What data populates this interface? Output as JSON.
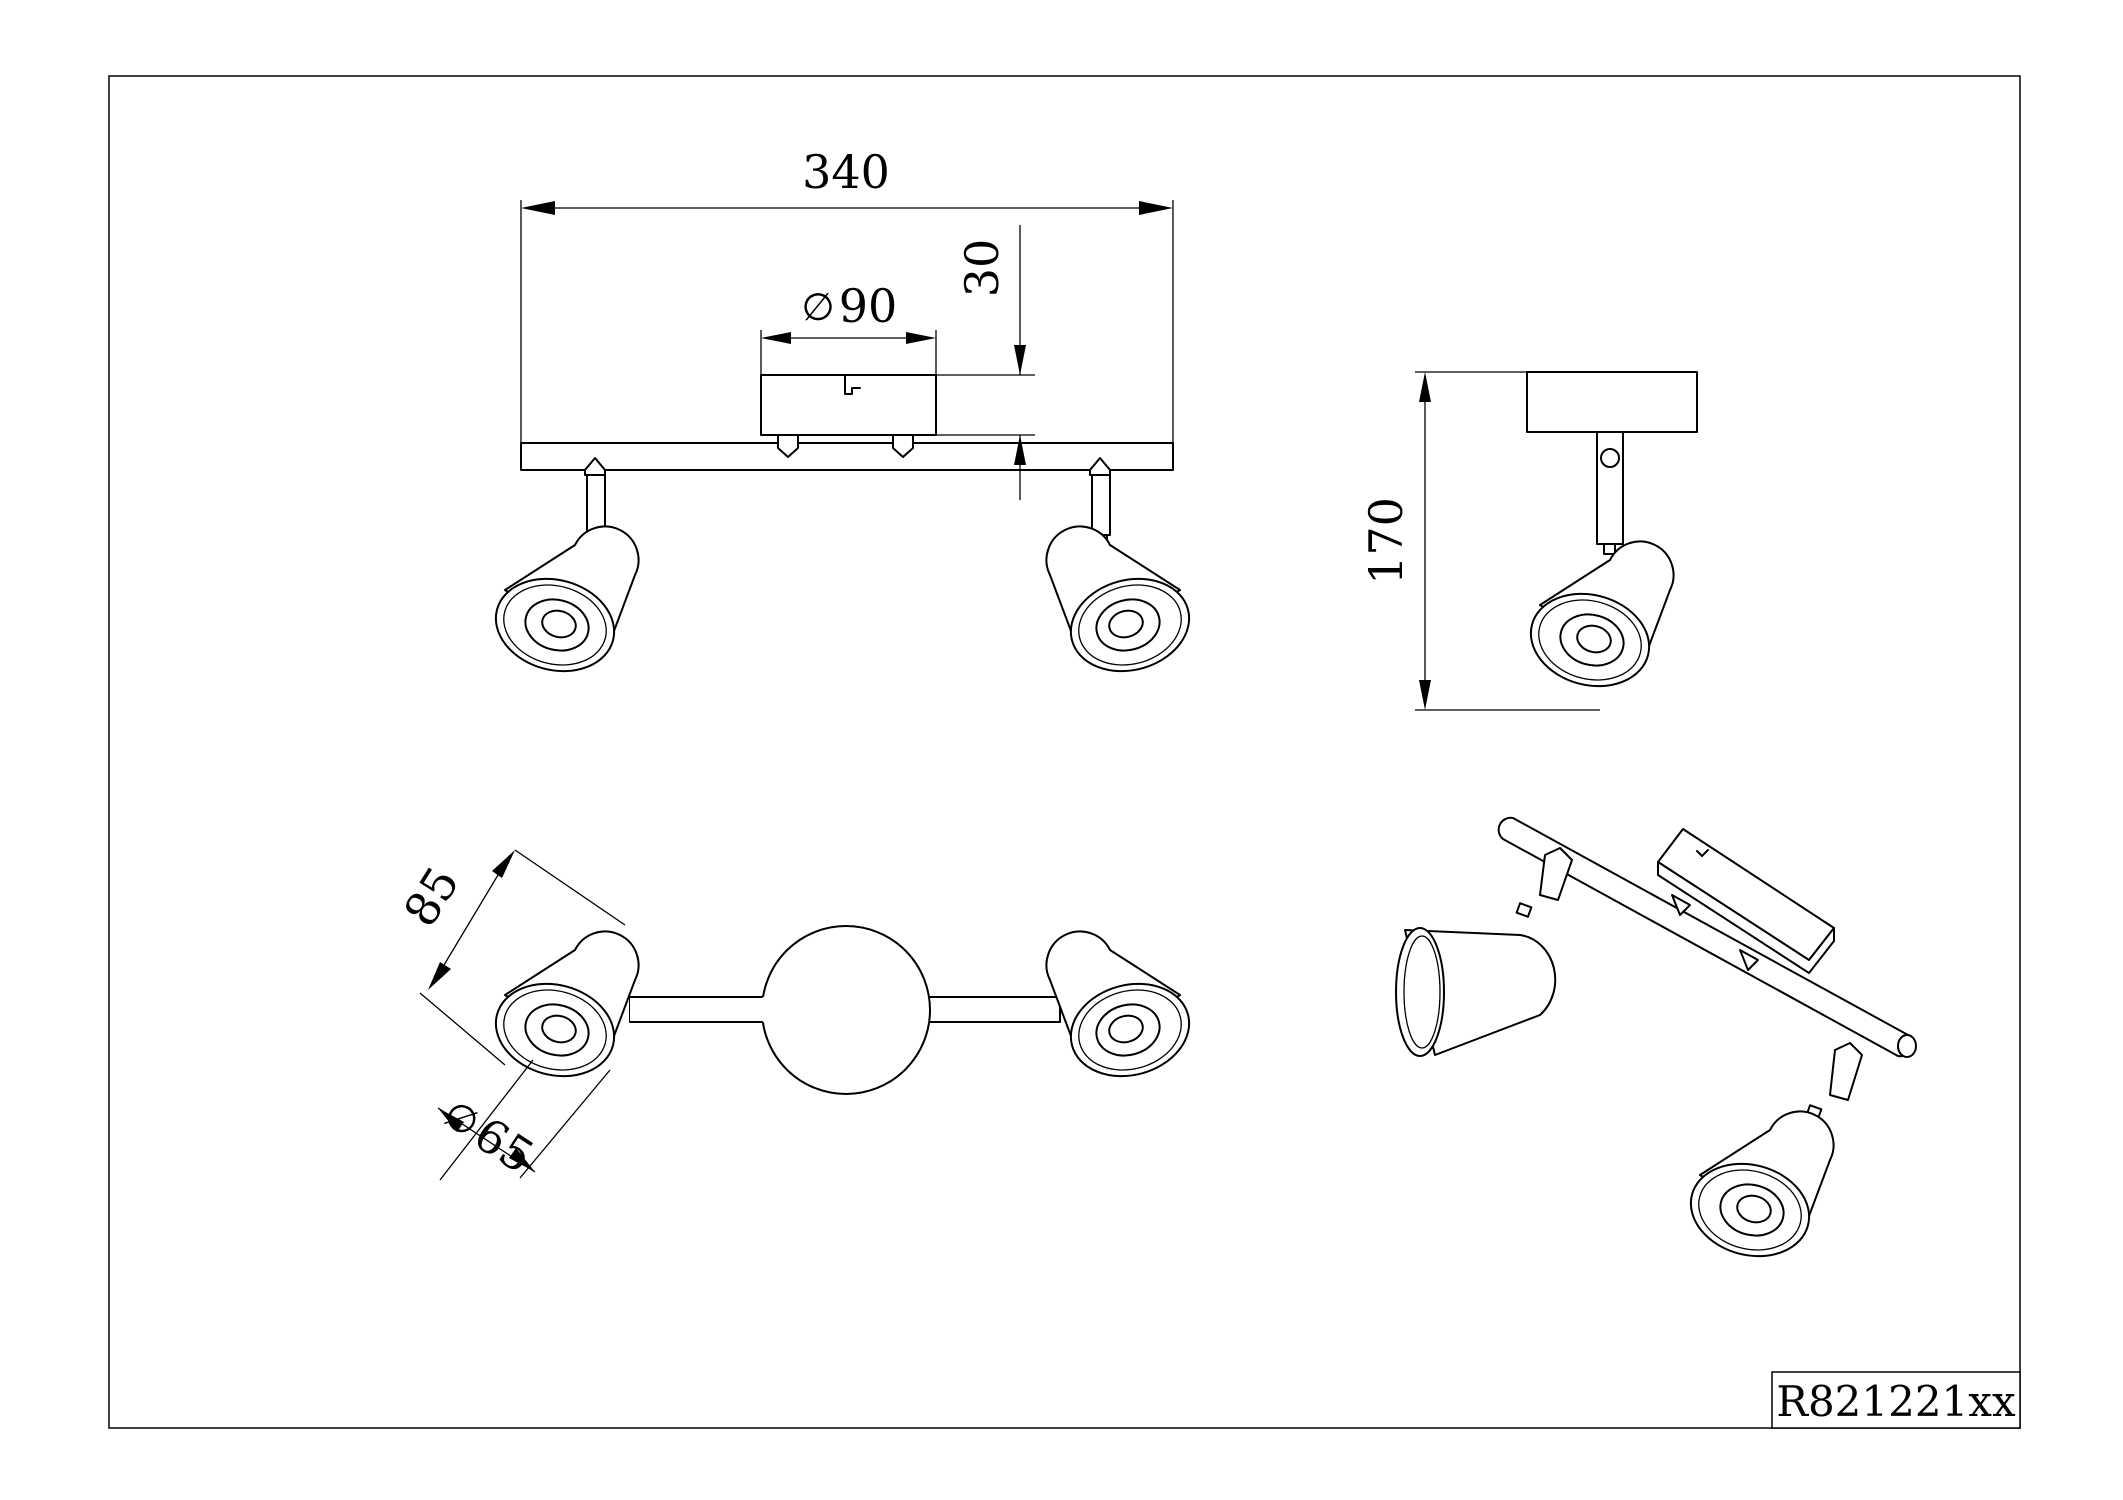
{
  "drawing": {
    "part_number": "R821221xx",
    "dimensions": {
      "overall_length": "340",
      "base_diameter": "90",
      "base_height": "30",
      "total_height": "170",
      "shade_length": "85",
      "shade_diameter": "65"
    },
    "diameter_symbol": "∅",
    "line_color": "#000000",
    "paper_color": "#ffffff"
  }
}
